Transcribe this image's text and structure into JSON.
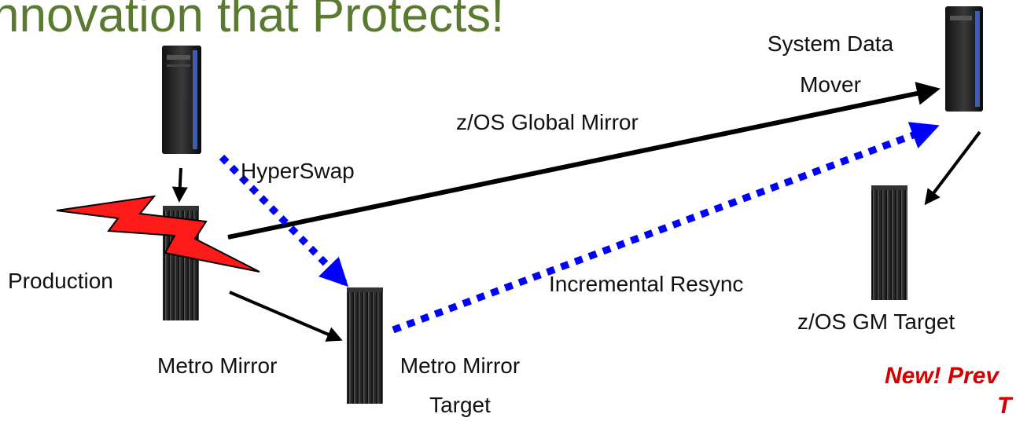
{
  "title": "nnovation that Protects!",
  "labels": {
    "system_data_mover_line1": "System Data",
    "system_data_mover_line2": "Mover",
    "zos_global_mirror": "z/OS Global Mirror",
    "hyperswap": "HyperSwap",
    "production": "Production",
    "incremental_resync": "Incremental Resync",
    "zos_gm_target": "z/OS GM Target",
    "metro_mirror": "Metro Mirror",
    "metro_mirror_target_line1": "Metro Mirror",
    "metro_mirror_target_line2": "Target"
  },
  "footnote": {
    "line1": "New! Prev",
    "line2": "T"
  },
  "colors": {
    "title": "#5a7a30",
    "sync_arrow": "#000000",
    "async_arrow": "#0000ff",
    "lightning": "#ff1a1a",
    "footnote": "#d40000"
  },
  "icons": {
    "server": "rack-server-icon",
    "storage": "storage-tower-icon",
    "failure": "lightning-bolt-icon"
  }
}
